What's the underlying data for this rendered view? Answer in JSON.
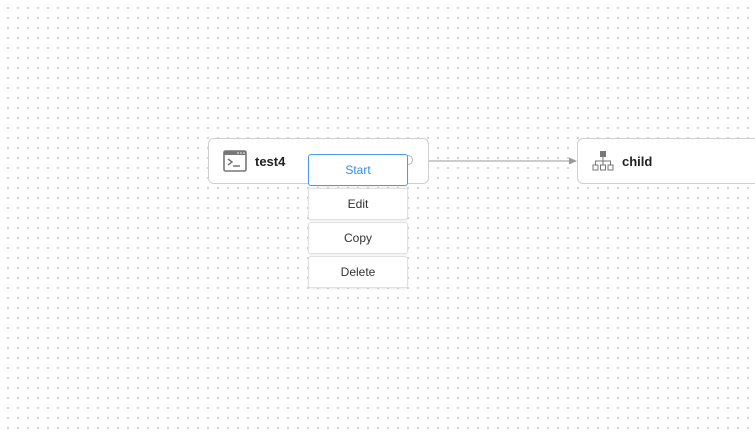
{
  "nodes": [
    {
      "label": "test4",
      "icon": "terminal-icon"
    },
    {
      "label": "child",
      "icon": "hierarchy-icon"
    }
  ],
  "context_menu": {
    "items": [
      "Start",
      "Edit",
      "Copy",
      "Delete"
    ],
    "active": "Start"
  },
  "colors": {
    "accent": "#2f8ff0",
    "edge": "#999999"
  }
}
